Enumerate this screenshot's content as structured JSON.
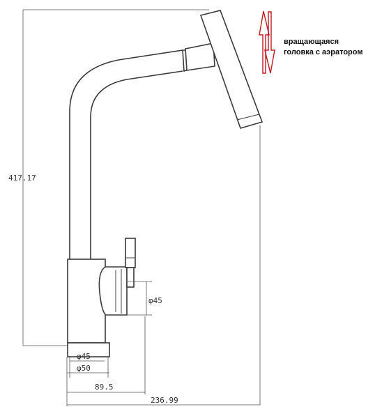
{
  "dimensions": {
    "total_height": "417.17",
    "spout_base_diameter": "φ45",
    "lever_body_diameter": "φ45",
    "base_diameter": "φ50",
    "base_to_lever_width": "89.5",
    "total_reach": "236.99"
  },
  "callout": {
    "line1": "вращающаяся",
    "line2": "головка с аэратором"
  },
  "colors": {
    "outline": "#3a3a3a",
    "arrow": "#c0181f"
  }
}
